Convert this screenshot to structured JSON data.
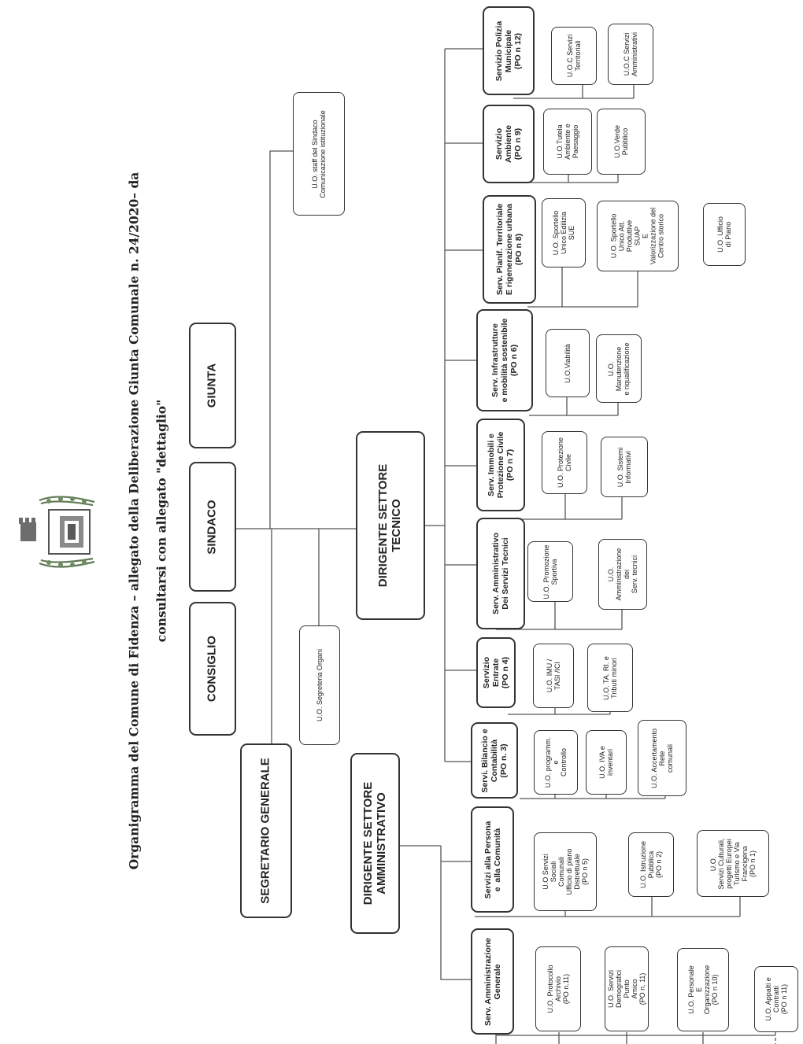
{
  "title": {
    "line1": "Organigramma del Comune di Fidenza – allegato  della  Deliberazione Giunta Comunale  n. 24/2020– da",
    "line2": "consultarsi con allegato \"dettaglio\""
  },
  "top": {
    "consiglio": "CONSIGLIO",
    "sindaco": "SINDACO",
    "giunta": "GIUNTA",
    "segretario": "SEGRETARIO GENERALE",
    "uo_segreteria": "U.O. Segreteria Organi",
    "uo_staff": "U.O. staff del Sindaco\nComunicazione istituzionale"
  },
  "settori": {
    "amministrativo": "DIRIGENTE SETTORE\nAMMINISTRATIVO",
    "tecnico": "DIRIGENTE SETTORE\nTECNICO"
  },
  "servizi": {
    "amm_generale": "Serv. Amministrazione\nGenerale",
    "persona": "Servizi alla Persona\ne  alla Comunità",
    "bilancio": "Servi. Bilancio e\nContabilità\n(PO n. 3)",
    "entrate": "Servizio\nEntrate\n(PO n 4)",
    "amm_tecnici": "Serv. Amministrativo\nDei Servizi Tecnici",
    "immobili": "Serv. Immobili e\nProtezione Civile\n(PO n 7)",
    "infrastrutture": "Serv. Infrastrutture\ne mobilità sostenibile\n(PO n 6)",
    "pianif": "Serv. Pianif. Territoriale\nE rigenerazione urbana\n(PO n 8)",
    "ambiente": "Servizio\nAmbiente\n(PO n 9)",
    "polizia": "Servizio Polizia\nMunicipale\n(PO n 12)"
  },
  "uo": {
    "protocollo": "U.O. Protocollo\nArchivio\n(PO n.11)",
    "demografici": "U.O. Servizi\nDemografici\nPunto\nAmico\n(PO n. 11)",
    "personale": "U.O. Personale\nE\nOrganizzazione\n(PO n 10)",
    "appalti": "U.O. Appalti e\nContratti\n(PO n 11)",
    "sociali": "U.O Servizi\nSociali\nComunali\nUfficio di piano\nDistrettuale\n(PO n 5)",
    "istruzione": "U.O. Istruzione\nPubblica\n(PO n 2)",
    "cultura": "U.O.\nServizi Culturali,\nprogetti Europei\nTurismo e Via\nFrancigena\n(PO n 1)",
    "programm": "U.O. programm.\ne\nControllo",
    "iva": "U.O. IVA e\ninventari",
    "accertamento": "U.O. Accertamento\nRete\ncomunali",
    "imu": "U.O. IMU /\nTASI /ICI",
    "tari": "U.O. TA. RI. e\nTributi minori",
    "sport": "U.O. Promozione\nSportiva",
    "amm_serv_tec": "U.O.\nAmministrazione\ndei\nServ. tecnici",
    "protezione": "U.O. Protezione\nCivile",
    "sistemi": "U.O. Sistemi\nInformativi",
    "viabilita": "U.O.Viabilità",
    "manutenzione": "U.O.\nManutenzione\ne riqualificazione",
    "sue": "U.O. Sportello\nUnico Edilizia\nSUE",
    "suap": "U.O. Sportello\nUnico Att.\nProduttive\nSUAP\nE\nValorizzazione del\nCentro storico",
    "ufficio_piano": "U.O. Ufficio\ndi Piano",
    "tutela": "U.O.Tutela\nAmbiente e\nPaesaggio",
    "verde": "U.O.Verde\nPubblico",
    "territoriali": "U.O.C Servizi\nTerritoriali",
    "amm_polizia": "U.O.C Servizi\nAmministrativi"
  },
  "emblem": {
    "name": "comune-di-fidenza-crest",
    "colors": {
      "wreath": "#5f7a55",
      "shield": "#8a8a8a",
      "crown": "#6d6d6d"
    }
  }
}
